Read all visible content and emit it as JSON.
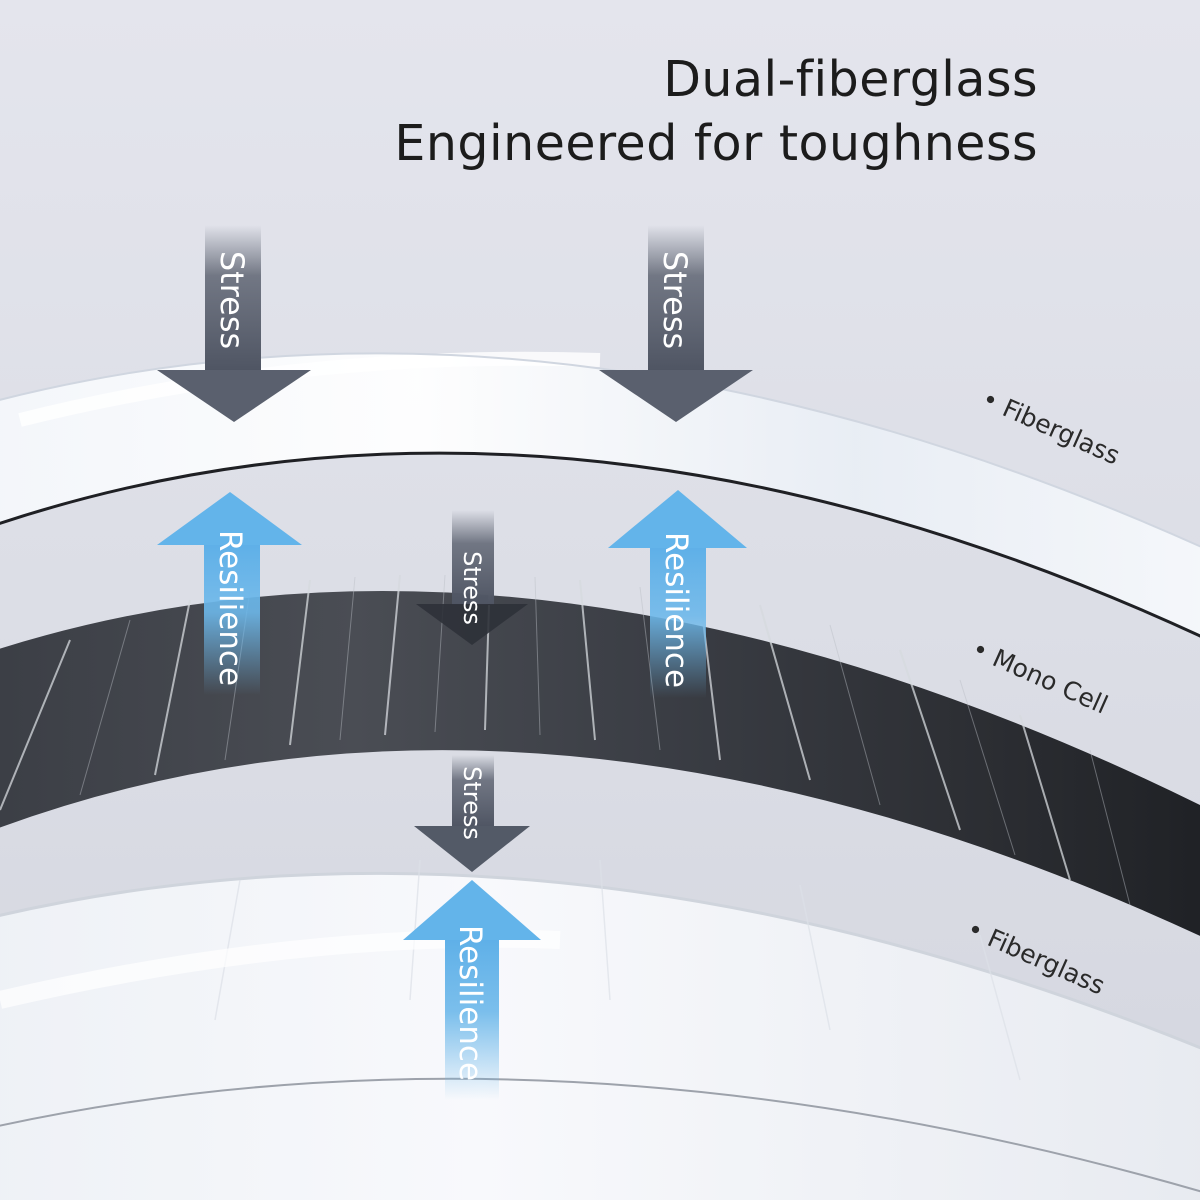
{
  "title": {
    "line1": "Dual-fiberglass",
    "line2": "Engineered for toughness"
  },
  "arrows": {
    "stress_label": "Stress",
    "resilience_label": "Resilience"
  },
  "layers": {
    "top": "• Fiberglass",
    "middle": "• Mono Cell",
    "bottom": "• Fiberglass"
  },
  "colors": {
    "stress_arrow": "#5e6472",
    "resilience_arrow": "#6db8ea",
    "cell": "#2a2c31",
    "background": "#e6e7ee"
  },
  "icons": {
    "stress": "arrow-down-icon",
    "resilience": "arrow-up-icon"
  }
}
